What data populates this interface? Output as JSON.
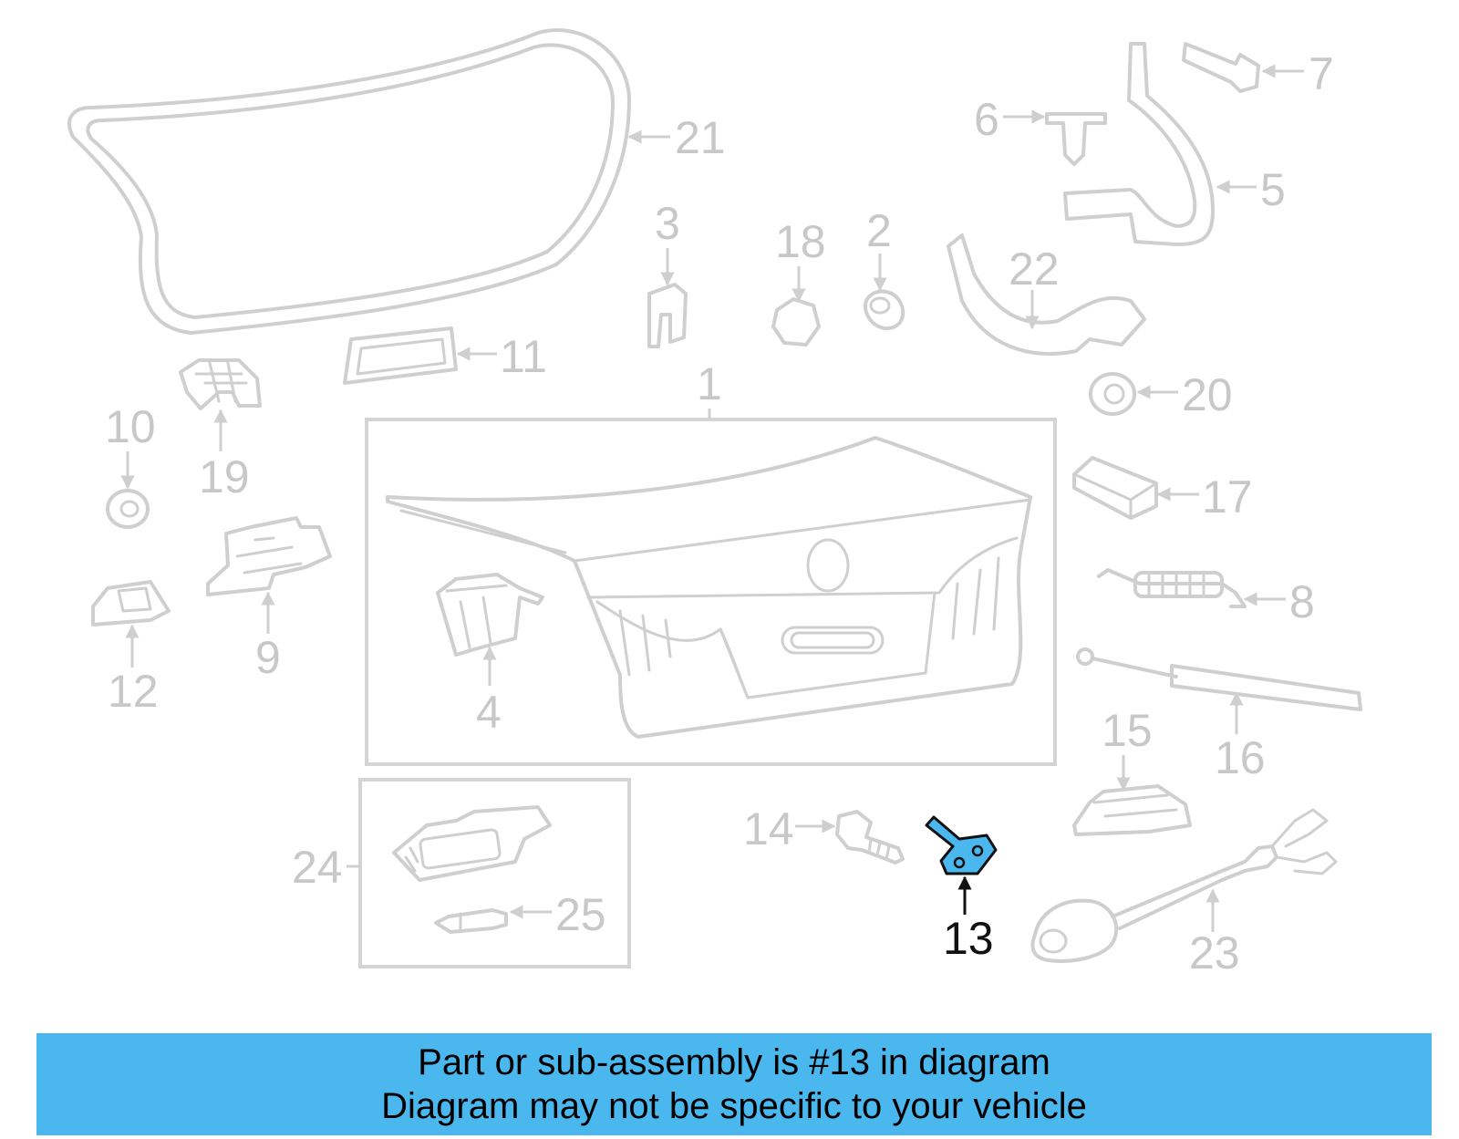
{
  "highlight_color": "#4ab8ee",
  "callout_color": "#111111",
  "part_color": "#cfcfcf",
  "labels": {
    "p1": "1",
    "p2": "2",
    "p3": "3",
    "p4": "4",
    "p5": "5",
    "p6": "6",
    "p7": "7",
    "p8": "8",
    "p9": "9",
    "p10": "10",
    "p11": "11",
    "p12": "12",
    "p13": "13",
    "p14": "14",
    "p15": "15",
    "p16": "16",
    "p17": "17",
    "p18": "18",
    "p19": "19",
    "p20": "20",
    "p21": "21",
    "p22": "22",
    "p23": "23",
    "p24": "24",
    "p25": "25"
  },
  "highlighted_part": "13",
  "banner": {
    "line1": "Part or sub-assembly is #13 in diagram",
    "line2": "Diagram may not be specific to your vehicle"
  }
}
